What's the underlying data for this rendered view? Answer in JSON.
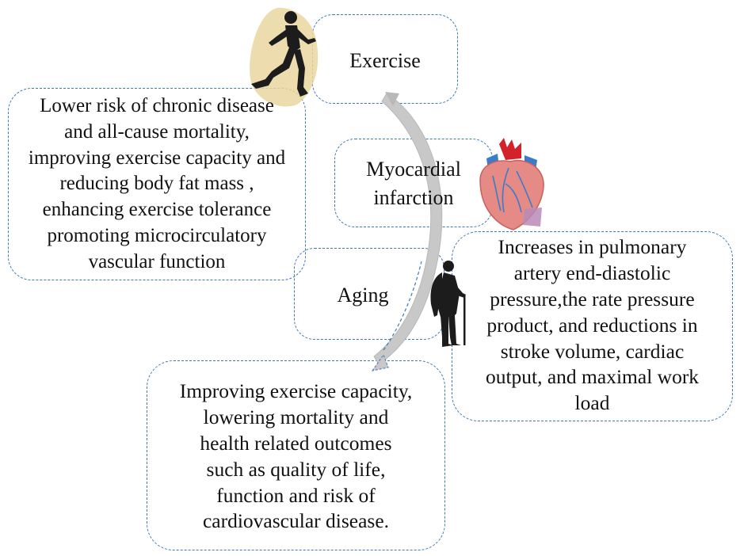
{
  "nodes": {
    "exercise": "Exercise",
    "myocardial": "Myocardial\ninfarction",
    "aging": "Aging",
    "exercise_benefits": "Lower risk of chronic disease\nand all-cause mortality,\nimproving  exercise capacity and\nreducing body fat mass ,\nenhancing exercise tolerance\npromoting microcirculatory\nvascular function",
    "aging_effects": "Increases in pulmonary\nartery end-diastolic\npressure,the rate pressure\nproduct, and reductions in\nstroke volume, cardiac\noutput, and maximal work\nload",
    "outcomes": "Improving exercise capacity,\nlowering mortality and\nhealth related outcomes\nsuch as quality of life,\nfunction and risk of\ncardiovascular disease."
  },
  "colors": {
    "border": "#3d78b4",
    "arrow": "#c8c8c8",
    "heart": "#e58a85",
    "aorta": "#d2232a",
    "vessel": "#3a7cc8",
    "silhouette": "#1c1c1c",
    "runner_glow": "#d9b96a"
  },
  "icons": [
    "runner-icon",
    "heart-icon",
    "elderly-person-icon",
    "arrow-icon"
  ]
}
